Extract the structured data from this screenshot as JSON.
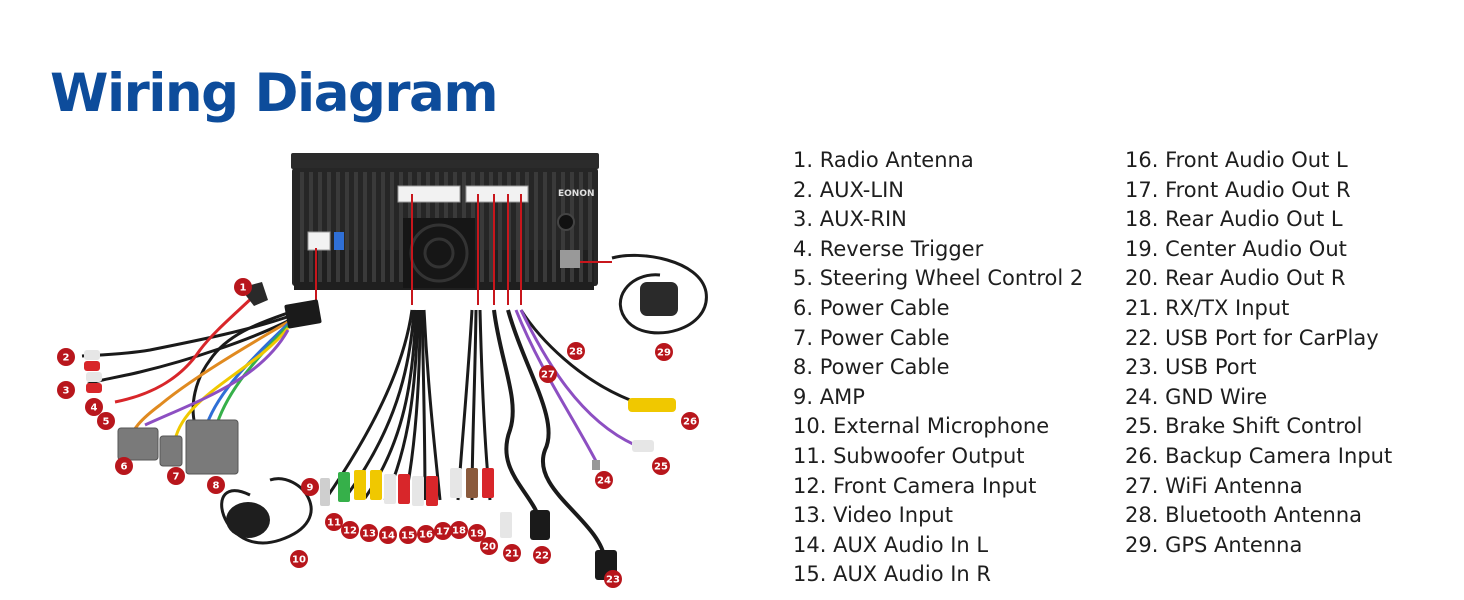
{
  "header": {
    "title": "Wiring Diagram"
  },
  "unit": {
    "brand": "EONON"
  },
  "colors": {
    "title": "#0d4c9b",
    "badge": "#b8161c",
    "unit_body": "#222222",
    "rca_red": "#d8262a",
    "rca_white": "#e6e6e6",
    "rca_yellow": "#f0c800",
    "rca_green": "#36b04a",
    "rca_brown": "#8a5a3c",
    "cable_black": "#1a1a1a"
  },
  "legend": {
    "left": [
      "1. Radio Antenna",
      "2. AUX-LIN",
      "3. AUX-RIN",
      "4. Reverse Trigger",
      "5. Steering Wheel Control 2",
      "6. Power Cable",
      "7. Power Cable",
      "8. Power Cable",
      "9. AMP",
      "10. External Microphone",
      "11. Subwoofer Output",
      "12. Front Camera Input",
      "13. Video Input",
      "14. AUX Audio In L",
      "15. AUX Audio In R"
    ],
    "right": [
      "16. Front Audio Out L",
      "17. Front Audio Out R",
      "18. Rear Audio Out L",
      "19. Center Audio Out",
      "20. Rear Audio Out R",
      "21. RX/TX Input",
      "22. USB Port for CarPlay",
      "23. USB Port",
      "24. GND Wire",
      "25. Brake Shift Control",
      "26. Backup Camera Input",
      "27. WiFi Antenna",
      "28. Bluetooth Antenna",
      "29. GPS Antenna"
    ]
  },
  "badges": [
    "1",
    "2",
    "3",
    "4",
    "5",
    "6",
    "7",
    "8",
    "9",
    "10",
    "11",
    "12",
    "13",
    "14",
    "15",
    "16",
    "17",
    "18",
    "19",
    "20",
    "21",
    "22",
    "23",
    "24",
    "25",
    "26",
    "27",
    "28",
    "29"
  ]
}
